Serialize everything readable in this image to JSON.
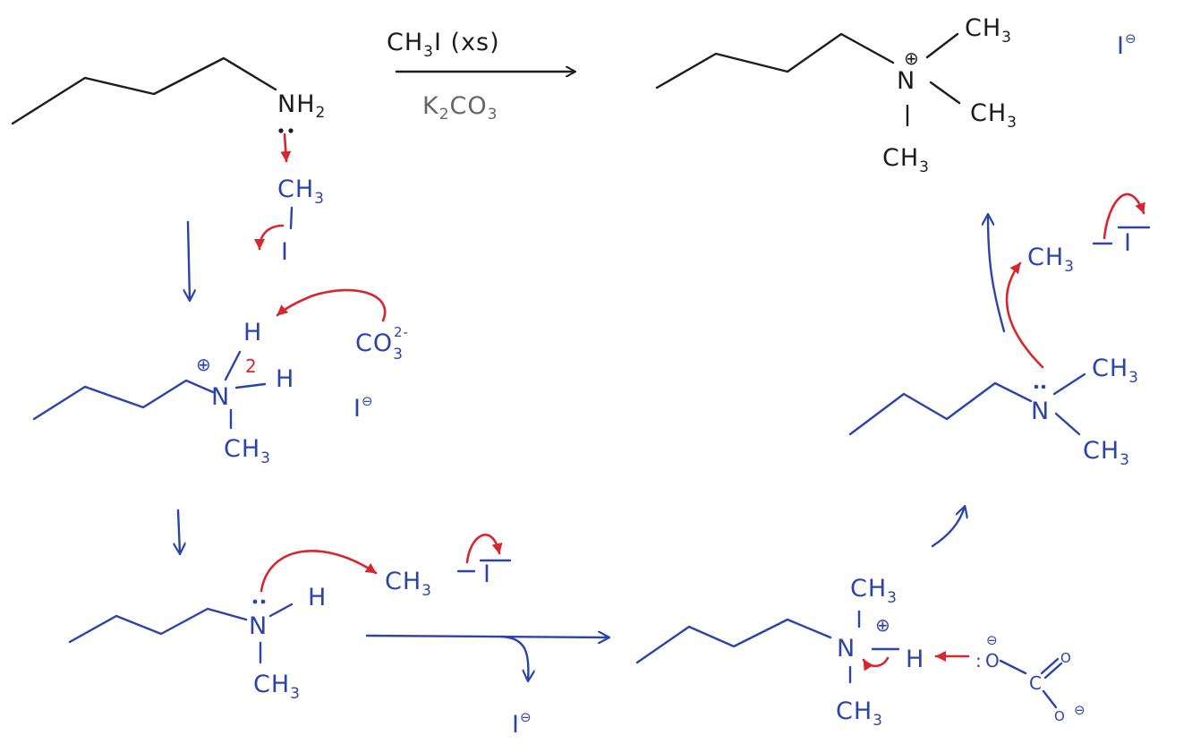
{
  "reagents": {
    "top": "CH",
    "top_sub": "3",
    "top_rest": "I (xs)",
    "bottom": "K",
    "bottom_sub1": "2",
    "bottom_mid": "CO",
    "bottom_sub2": "3"
  },
  "labels": {
    "nh2": "NH",
    "nh2_sub": "2",
    "ch3": "CH",
    "ch3_sub": "3",
    "iodine": "I",
    "iodide": "I",
    "minus": "⊖",
    "plus": "⊕",
    "n": "N",
    "h": "H",
    "carbonate": "CO",
    "carbonate_sub": "3",
    "carbonate_charge": "2-",
    "two": "2",
    "o": "O",
    "c": "C"
  }
}
